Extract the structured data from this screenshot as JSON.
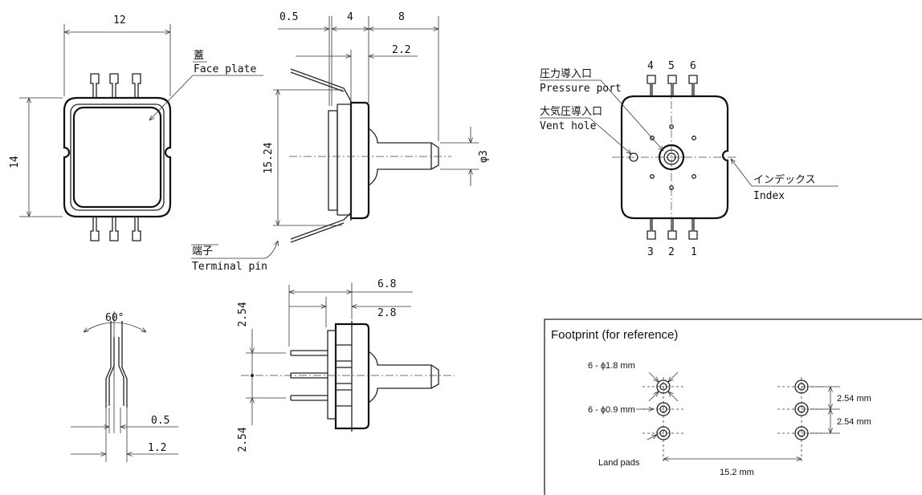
{
  "dims": {
    "width_12": "12",
    "height_14": "14",
    "d_0_5_top": "0.5",
    "d_4": "4",
    "d_8": "8",
    "d_2_2": "2.2",
    "d_15_24": "15.24",
    "phi3": "φ3",
    "d_60": "60°",
    "d_0_5_pin": "0.5",
    "d_1_2": "1.2",
    "d_6_8": "6.8",
    "d_2_8": "2.8",
    "d_2_54_a": "2.54",
    "d_2_54_b": "2.54"
  },
  "labels": {
    "face_plate_jp": "蓋",
    "face_plate_en": "Face plate",
    "terminal_jp": "端子",
    "terminal_en": "Terminal pin",
    "pressure_jp": "圧力導入口",
    "pressure_en": "Pressure port",
    "vent_jp": "大気圧導入口",
    "vent_en": "Vent hole",
    "index_jp": "インデックス",
    "index_en": "Index"
  },
  "pins": {
    "p4": "4",
    "p5": "5",
    "p6": "6",
    "p3": "3",
    "p2": "2",
    "p1": "1"
  },
  "footprint": {
    "title": "Footprint (for reference)",
    "outer_pads": "6 - ϕ1.8 mm",
    "inner_pads": "6 - ϕ0.9 mm",
    "land_pads": "Land pads",
    "pitch_a": "2.54 mm",
    "pitch_b": "2.54 mm",
    "span": "15.2 mm"
  },
  "colors": {
    "line": "#222222",
    "background": "#ffffff"
  }
}
